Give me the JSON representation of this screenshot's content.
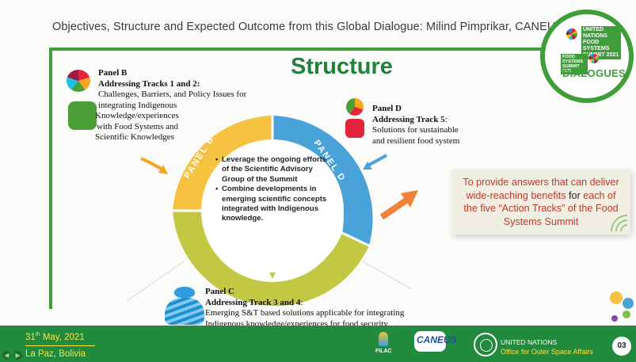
{
  "header": {
    "title": "Objectives, Structure and Expected Outcome from this Global Dialogue: Milind Pimprikar, CANEUS"
  },
  "slide_title": "Structure",
  "logo": {
    "un_line": "UNITED NATIONS FOOD SYSTEMS SUMMIT 2021",
    "small_line": "FOOD SYSTEMS SUMMIT 2021",
    "dialogues": "DIALOGUES"
  },
  "panels": {
    "b": {
      "name": "Panel B",
      "tracks": "Addressing Tracks 1 and 2:",
      "desc_1": "Challenges, Barriers, and Policy Issues for",
      "desc_2": "integrating Indigenous",
      "desc_3": "Knowledge/experiences",
      "desc_4": "with Food Systems and",
      "desc_5": "Scientific Knowledges",
      "wheel_label": "PANEL B"
    },
    "c": {
      "name": "Panel C",
      "tracks": "Addressing Track 3 and 4",
      "tracks_colon": ":",
      "desc_1": "Emerging S&T based solutions applicable for integrating",
      "desc_2": "Indigenous knowledge/experiences for food security.",
      "wheel_label": "PANEL D"
    },
    "d": {
      "name": "Panel D",
      "tracks": "Addressing Track 5",
      "tracks_colon": ":",
      "desc_1": "Solutions for sustainable",
      "desc_2": "and resilient food system",
      "wheel_label": "PANEL D"
    }
  },
  "center": {
    "bullet_1": "Leverage the ongoing efforts of the Scientific Advisory Group of the Summit",
    "bullet_2": "Combine developments in emerging scientific concepts integrated with Indigenous knowledge."
  },
  "info_box": {
    "part_1": "To provide answers that can deliver wide-reaching benefits",
    "part_2": "for",
    "part_3": "each of the five “Action Tracks” of the Food",
    "part_4": "Systems Summit"
  },
  "footer": {
    "date_day": "31",
    "date_suffix": "th",
    "date_rest": " May, 2021",
    "location": "La Paz, Bolivia",
    "filac": "FILAC",
    "caneus": "CANEUS",
    "un_name": "UNITED NATIONS",
    "un_office": "Office for Outer Space Affairs",
    "page": "03"
  },
  "colors": {
    "green": "#3f9d3a",
    "panel_b_yellow": "#f5c242",
    "panel_d_blue": "#4aa3d8",
    "panel_c_olive": "#c3c844",
    "info_red": "#c0392b",
    "footer_green": "#218a3d",
    "footer_yellow": "#f7e24a"
  }
}
